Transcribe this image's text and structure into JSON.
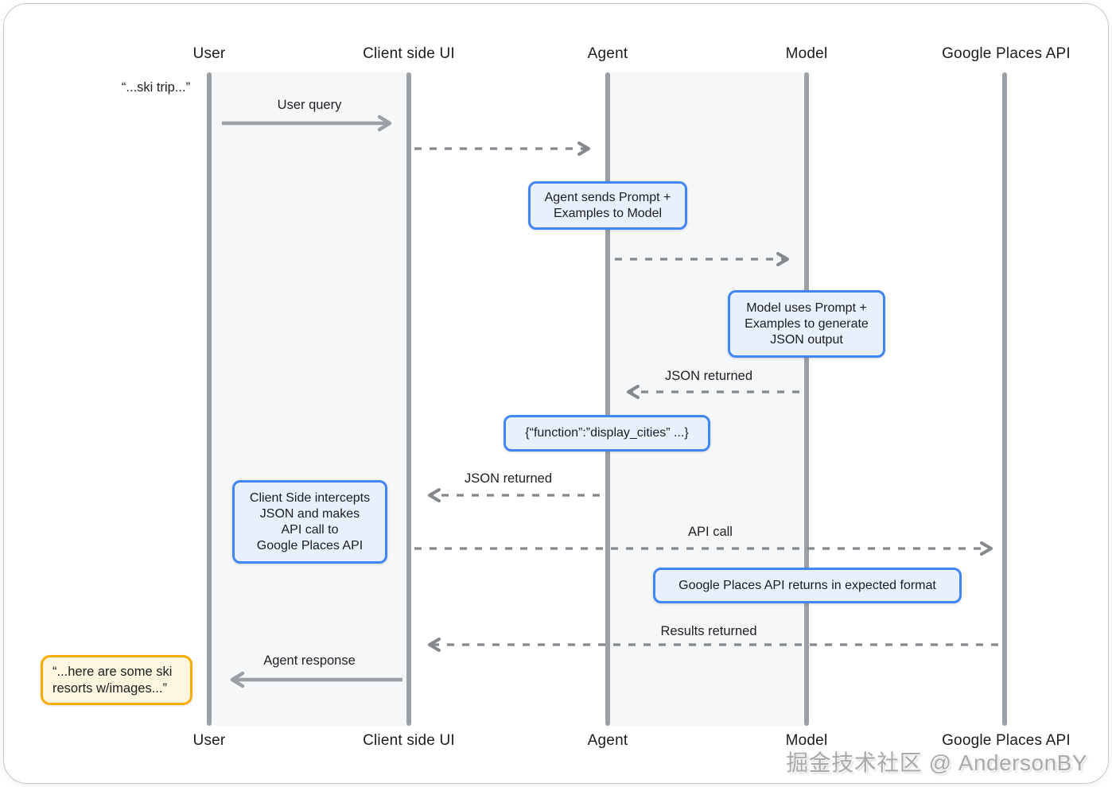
{
  "diagram": {
    "actors": [
      {
        "name": "User"
      },
      {
        "name": "Client side UI"
      },
      {
        "name": "Agent"
      },
      {
        "name": "Model"
      },
      {
        "name": "Google Places API"
      }
    ],
    "notes": {
      "ski_trip": "“...ski trip...”",
      "ski_resorts": "“...here are some ski\nresorts w/images...”"
    },
    "messages": {
      "user_query": "User query",
      "json_returned_model_to_agent": "JSON returned",
      "json_returned_agent_to_ui": "JSON returned",
      "api_call": "API call",
      "results_returned": "Results returned",
      "agent_response": "Agent response"
    },
    "boxes": {
      "agent_sends": "Agent sends Prompt +\nExamples to Model",
      "model_uses": "Model uses Prompt +\nExamples to generate\nJSON output",
      "function_json": "{“function”:”display_cities” ...}",
      "client_intercepts": "Client Side intercepts\nJSON and makes\nAPI call to\nGoogle Places API",
      "places_returns": "Google Places API returns in expected format"
    },
    "watermark": "掘金技术社区 @ AndersonBY",
    "colors": {
      "blue_border": "#4285f4",
      "blue_fill": "#e8f0fe",
      "yellow_border": "#f9ab00",
      "yellow_fill": "#fef7e0",
      "lifeline_gray": "#9aa0a6",
      "dash_gray": "#85898d",
      "column_fill": "#f5f7f8"
    }
  }
}
